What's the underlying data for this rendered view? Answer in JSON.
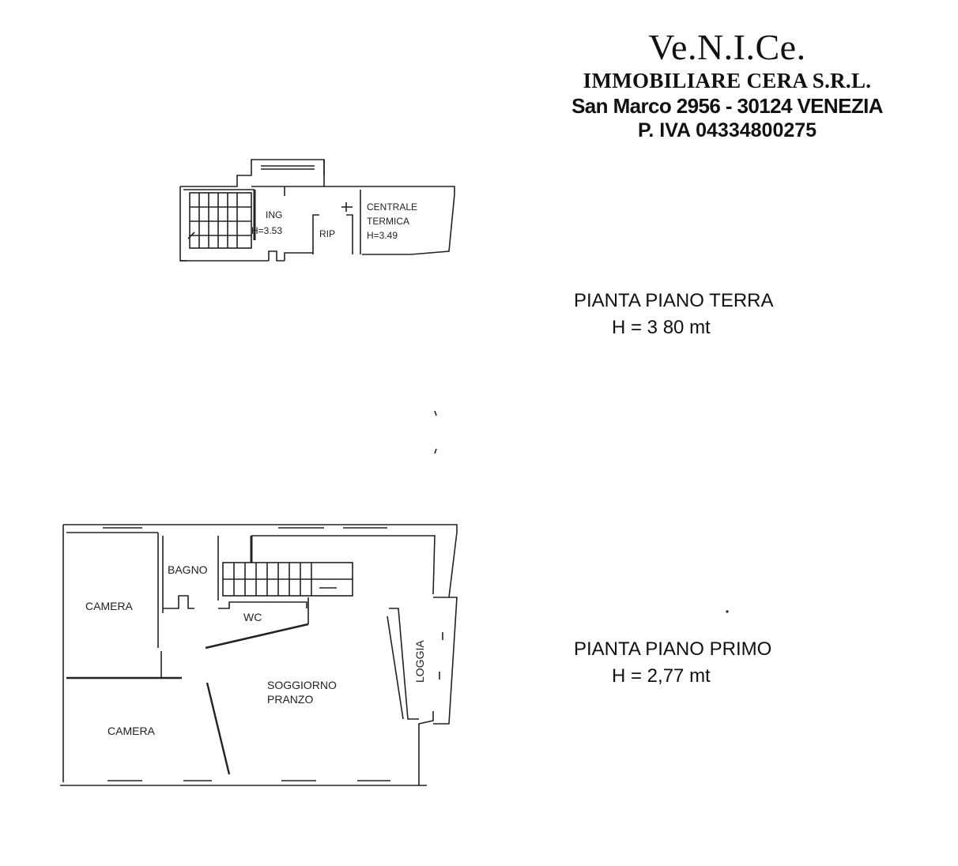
{
  "header": {
    "brand_name": "Ve.N.I.Ce.",
    "company": "IMMOBILIARE CERA S.R.L.",
    "address": "San Marco 2956 - 30124 VENEZIA",
    "vat": "P. IVA 04334800275"
  },
  "ground_floor": {
    "title": "PIANTA PIANO TERRA",
    "height": "H = 3 80 mt",
    "rooms": {
      "ing": "ING",
      "ing_height": "H=3.53",
      "rip": "RIP",
      "centrale_1": "CENTRALE",
      "centrale_2": "TERMICA",
      "centrale_height": "H=3.49"
    }
  },
  "first_floor": {
    "title": "PIANTA PIANO PRIMO",
    "height": "H = 2,77 mt",
    "rooms": {
      "camera_top": "CAMERA",
      "bagno": "BAGNO",
      "wc": "WC",
      "loggia": "LOGGIA",
      "soggiorno_1": "SOGGIORNO",
      "soggiorno_2": "PRANZO",
      "camera_bottom": "CAMERA"
    }
  },
  "colors": {
    "ink": "#111111",
    "line": "#222222",
    "background": "#ffffff"
  }
}
